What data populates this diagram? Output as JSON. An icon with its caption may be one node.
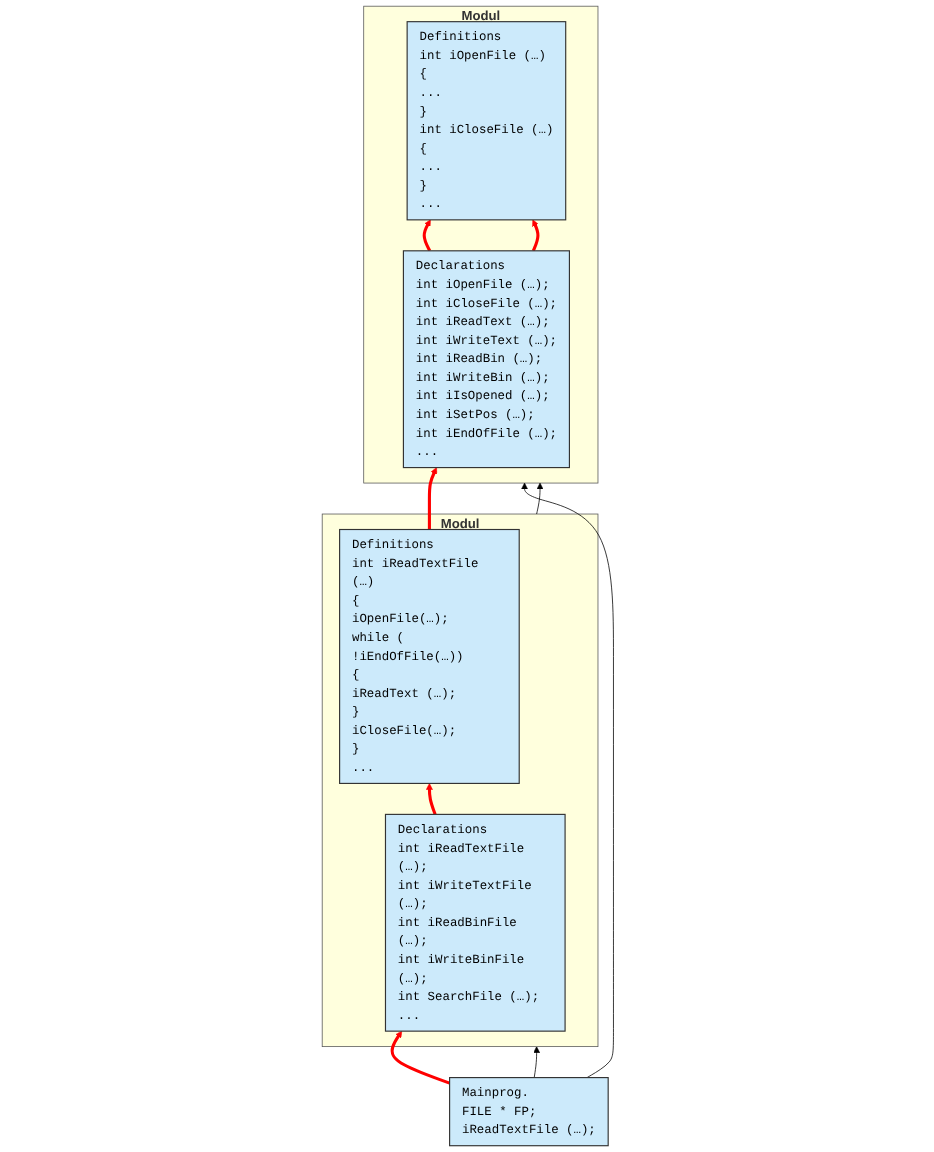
{
  "diagram": {
    "nodes": [
      {
        "text": [
          "Modul"
        ]
      },
      {
        "text": [
          "Declarations",
          "int iOpenFile (…);",
          "int iCloseFile (…);",
          "int iReadText (…);",
          "int iWriteText (…);",
          "int iReadBin (…);",
          "int iWriteBin (…);",
          "int iIsOpened (…);",
          "int iSetPos (…);",
          "int iEndOfFile (…);",
          "..."
        ],
        "in": 0
      },
      {
        "text": [
          "Definitions",
          "int iOpenFile (…)",
          "{",
          "...",
          "}",
          "int iCloseFile (…)",
          "{",
          "...",
          "}",
          "..."
        ],
        "in": 0
      },
      {
        "text": [
          "Modul"
        ]
      },
      {
        "text": [
          "Declarations",
          "int iReadTextFile (…);",
          "int iWriteTextFile (…);",
          "int iReadBinFile (…);",
          "int iWriteBinFile (…);",
          "int SearchFile (…);",
          "..."
        ],
        "in": 3
      },
      {
        "text": [
          "Definitions",
          "int iReadTextFile (…)",
          "{",
          "iOpenFile(…);",
          "while ( !iEndOfFile(…))",
          "{",
          "iReadText (…);",
          "}",
          "iCloseFile(…);",
          "}",
          "..."
        ],
        "in": 3
      },
      {
        "text": [
          "Mainprog.",
          "FILE * FP;",
          "iReadTextFile (…);"
        ]
      }
    ],
    "edges": [
      {
        "from": 1,
        "to": 2,
        "arrow": "to"
      },
      {
        "from": 1,
        "to": 2,
        "arrow": "to"
      },
      {
        "from": 5,
        "to": 1,
        "arrow": "to"
      },
      {
        "from": 6,
        "to": 4,
        "arrow": "to"
      },
      {
        "from": 4,
        "to": 5,
        "arrow": "to"
      },
      {
        "from": 6,
        "to": 0,
        "arrow": "to",
        "color": "#000000"
      },
      {
        "from": 6,
        "to": 3,
        "arrow": "to",
        "color": "#000000"
      },
      {
        "from": 3,
        "to": 0,
        "arrow": "to",
        "color": "#000000"
      }
    ]
  }
}
